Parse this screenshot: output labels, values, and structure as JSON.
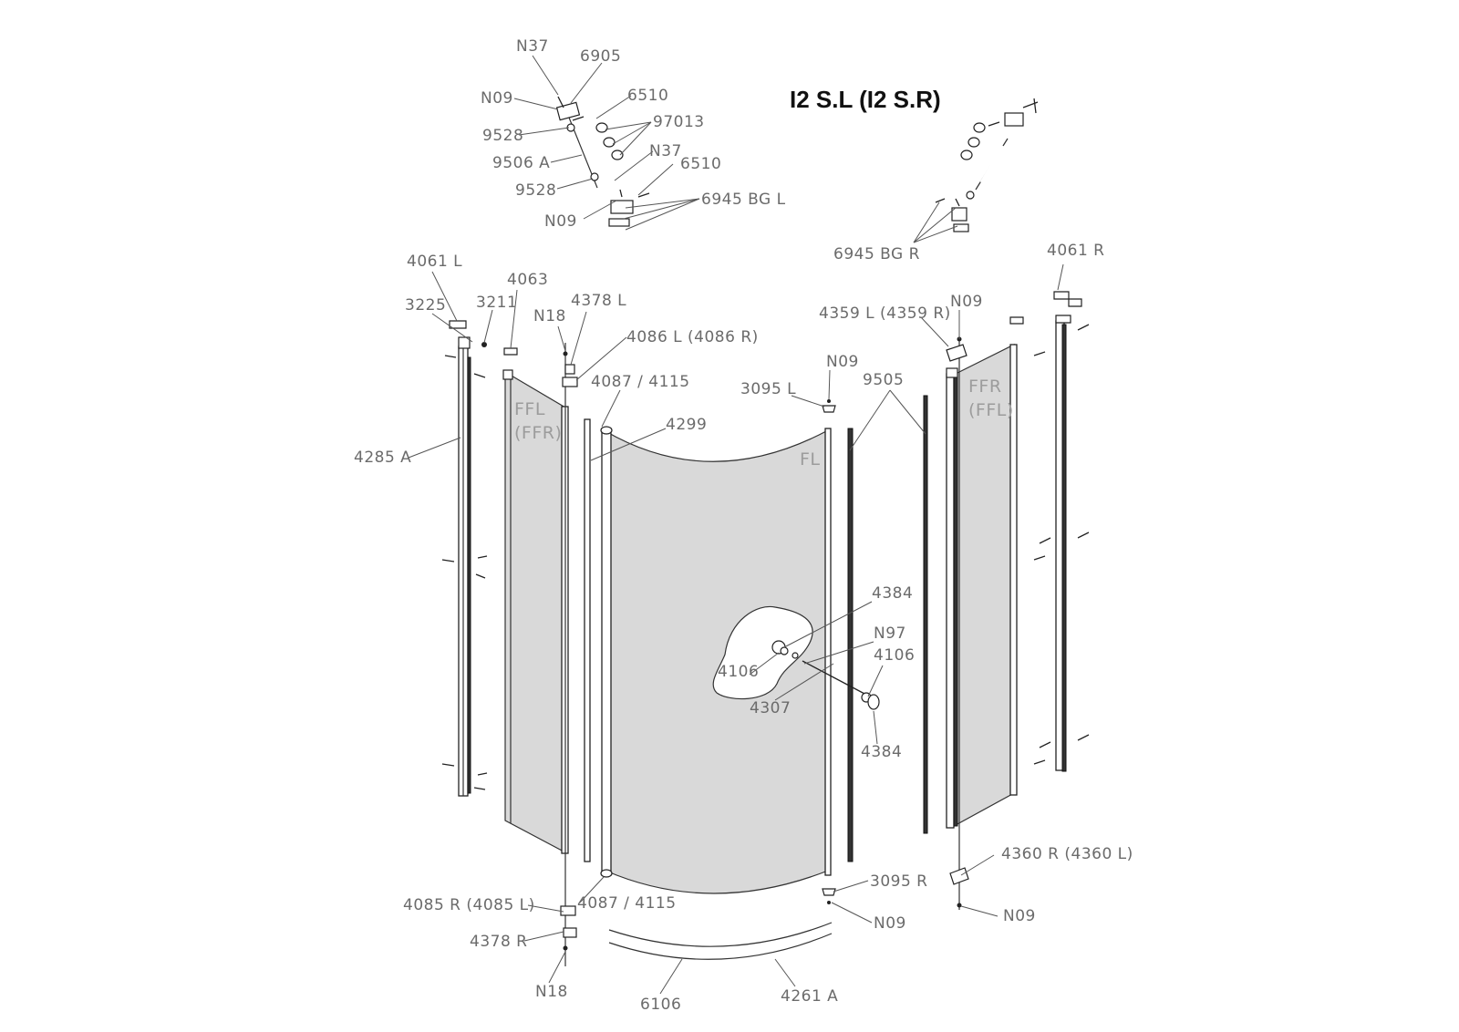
{
  "title": "I2 S.L (I2 S.R)",
  "labels": {
    "n37_top": "N37",
    "p6905": "6905",
    "n09_top": "N09",
    "p6510_top": "6510",
    "p97013": "97013",
    "p9528_top": "9528",
    "n37_mid": "N37",
    "p9506a": "9506 A",
    "p6510_mid": "6510",
    "p9528_bot": "9528",
    "p6945bgl": "6945 BG L",
    "n09_mid": "N09",
    "p6945bgr": "6945 BG R",
    "p4061l": "4061 L",
    "p4063": "4063",
    "p3225": "3225",
    "p3211": "3211",
    "p4378l": "4378 L",
    "n18_top": "N18",
    "p4086": "4086 L (4086 R)",
    "p4087_top": "4087 / 4115",
    "p4299": "4299",
    "p4285a": "4285 A",
    "p4061r": "4061 R",
    "p4359": "4359 L (4359 R)",
    "n09_right": "N09",
    "n09_center": "N09",
    "p3095l": "3095 L",
    "p9505": "9505",
    "p4384_top": "4384",
    "n97": "N97",
    "p4106_right": "4106",
    "p4106_left": "4106",
    "p4307": "4307",
    "p4384_bot": "4384",
    "p4360": "4360 R (4360 L)",
    "p3095r": "3095 R",
    "n09_bot": "N09",
    "n09_br": "N09",
    "p4085": "4085 R (4085 L)",
    "p4087_bot": "4087 / 4115",
    "p4378r": "4378 R",
    "n18_bot": "N18",
    "p6106": "6106",
    "p4261a": "4261 A"
  },
  "glass_labels": {
    "ffl": "FFL",
    "ffr_paren": "(FFR)",
    "fl": "FL",
    "ffr": "FFR",
    "ffl_paren": "(FFL)"
  }
}
